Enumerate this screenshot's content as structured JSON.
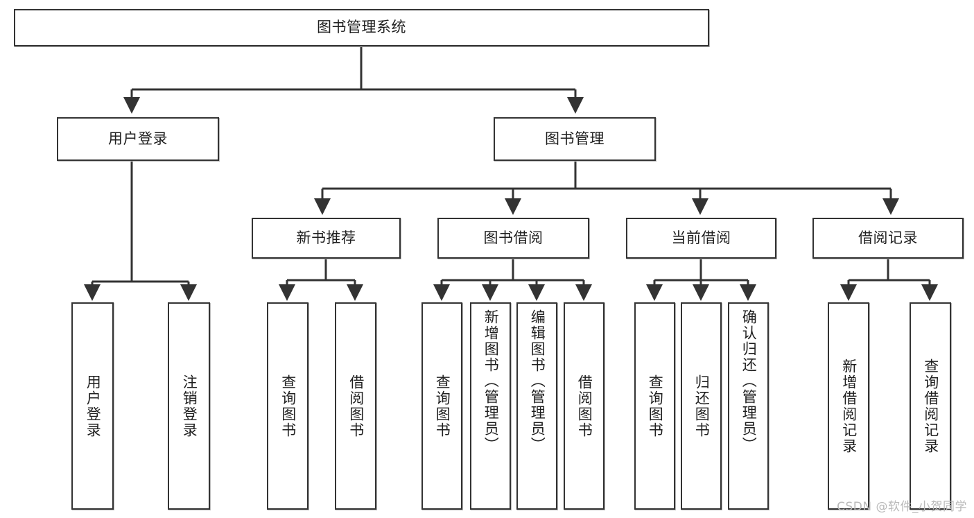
{
  "diagram": {
    "title": "图书管理系统",
    "type": "hierarchy-tree",
    "watermark": "CSDN @软件_小贺同学",
    "colors": {
      "stroke": "#333333",
      "fill": "#ffffff",
      "text": "#1f1f1f",
      "watermark": "#b9b9b9"
    },
    "nodes": {
      "root": {
        "label": "图书管理系统"
      },
      "level2": [
        {
          "id": "user-login",
          "label": "用户登录"
        },
        {
          "id": "book-manage",
          "label": "图书管理"
        }
      ],
      "level3": [
        {
          "id": "new-book-recommend",
          "label": "新书推荐"
        },
        {
          "id": "book-borrow",
          "label": "图书借阅"
        },
        {
          "id": "current-borrow",
          "label": "当前借阅"
        },
        {
          "id": "borrow-record",
          "label": "借阅记录"
        }
      ],
      "leaves": {
        "user-login": [
          {
            "id": "leaf-user-login",
            "label": "用户登录"
          },
          {
            "id": "leaf-user-logout",
            "label": "注销登录"
          }
        ],
        "new-book-recommend": [
          {
            "id": "leaf-query-book-1",
            "label": "查询图书"
          },
          {
            "id": "leaf-borrow-book-1",
            "label": "借阅图书"
          }
        ],
        "book-borrow": [
          {
            "id": "leaf-query-book-2",
            "label": "查询图书"
          },
          {
            "id": "leaf-add-book",
            "label": "新增图书（管理员）"
          },
          {
            "id": "leaf-edit-book",
            "label": "编辑图书（管理员）"
          },
          {
            "id": "leaf-borrow-book-2",
            "label": "借阅图书"
          }
        ],
        "current-borrow": [
          {
            "id": "leaf-query-book-3",
            "label": "查询图书"
          },
          {
            "id": "leaf-return-book",
            "label": "归还图书"
          },
          {
            "id": "leaf-confirm-return",
            "label": "确认归还（管理员）"
          }
        ],
        "borrow-record": [
          {
            "id": "leaf-add-record",
            "label": "新增借阅记录"
          },
          {
            "id": "leaf-query-record",
            "label": "查询借阅记录"
          }
        ]
      }
    }
  }
}
